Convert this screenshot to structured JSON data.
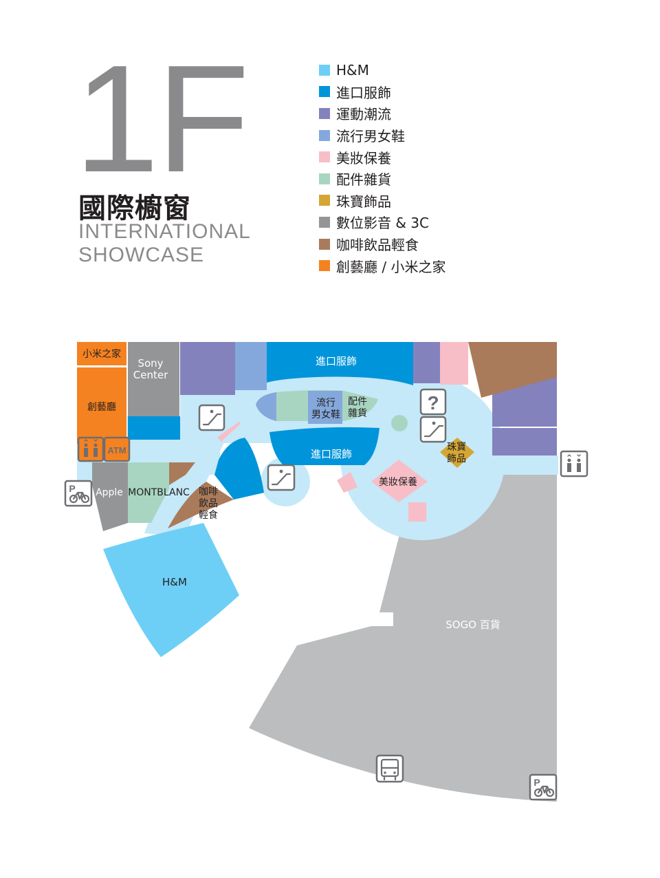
{
  "header": {
    "floor": "1F",
    "title_zh": "國際櫥窗",
    "title_en_line1": "INTERNATIONAL",
    "title_en_line2": "SHOWCASE"
  },
  "legend": [
    {
      "label": "H&M",
      "color": "#6ecff6"
    },
    {
      "label": "進口服飾",
      "color": "#0095da"
    },
    {
      "label": "運動潮流",
      "color": "#8482bd"
    },
    {
      "label": "流行男女鞋",
      "color": "#84a8dc"
    },
    {
      "label": "美妝保養",
      "color": "#f7bec8"
    },
    {
      "label": "配件雜貨",
      "color": "#a8d5c2"
    },
    {
      "label": "珠寶飾品",
      "color": "#d4a634"
    },
    {
      "label": "數位影音 & 3C",
      "color": "#949597"
    },
    {
      "label": "咖啡飲品輕食",
      "color": "#a97b5b"
    },
    {
      "label": "創藝廳 / 小米之家",
      "color": "#f58220"
    }
  ],
  "map": {
    "corridor_color": "#c5e9f8",
    "sogo_color": "#bcbdbf",
    "labels": {
      "xiaomi": "小米之家",
      "chuangyi": "創藝廳",
      "sony_1": "Sony",
      "sony_2": "Center",
      "import_top": "進口服飾",
      "shoes_1": "流行",
      "shoes_2": "男女鞋",
      "acc_1": "配件",
      "acc_2": "雜貨",
      "import_mid": "進口服飾",
      "jewelry_1": "珠寶",
      "jewelry_2": "飾品",
      "beauty": "美妝保養",
      "apple": "Apple",
      "montblanc": "MONTBLANC",
      "cafe_1": "咖啡",
      "cafe_2": "飲品",
      "cafe_3": "輕食",
      "hm": "H&M",
      "sogo": "SOGO 百貨",
      "atm": "ATM",
      "question": "?"
    }
  }
}
